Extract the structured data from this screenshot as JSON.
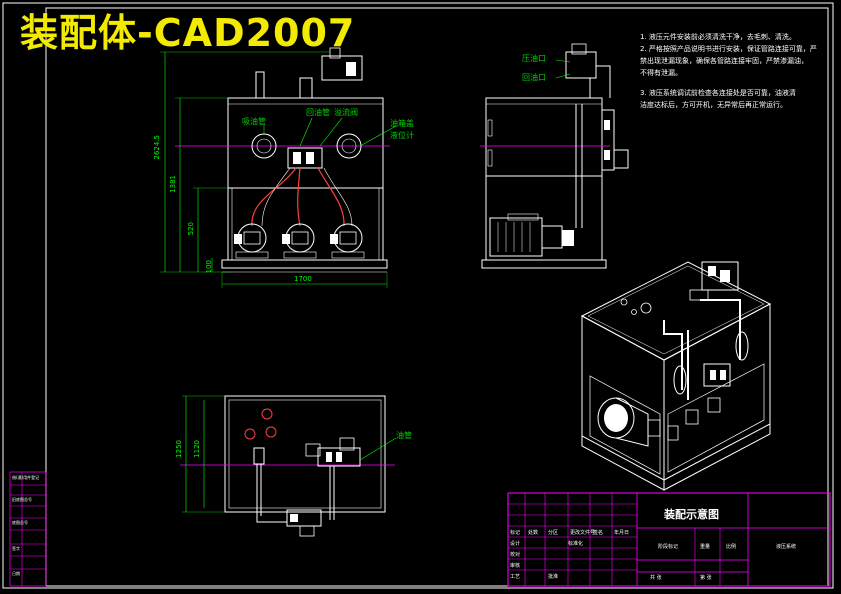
{
  "title": "装配体-CAD2007",
  "front_view": {
    "labels": [
      "吸油管",
      "回油管",
      "溢流阀",
      "油箱盖",
      "液位计"
    ],
    "dims": {
      "height_overall": "2624.5",
      "height_main": "1381",
      "height_low": "520",
      "height_base": "100",
      "width": "1700"
    }
  },
  "side_view": {
    "labels": [
      "压油口",
      "回油口"
    ]
  },
  "top_view": {
    "labels": [
      "油管"
    ],
    "dims": {
      "depth_outer": "1250",
      "depth_inner": "1120"
    }
  },
  "notes": [
    "1. 液压元件安装前必须清洗干净，去毛刺、清洗。",
    "2. 严格按照产品说明书进行安装，保证管路连接可靠，严",
    "   禁出现泄漏现象，确保各管路连接牢固，严禁渗漏油，",
    "   不得有泄漏。",
    "3. 液压系统调试前检查各连接处是否可靠，油液清",
    "   洁度达标后，方可开机，无异常后再正常运行。"
  ],
  "title_block": {
    "drawing_title": "装配示意图",
    "material": "液压系统",
    "rows": [
      "标记",
      "处数",
      "分区",
      "更改文件号",
      "签名",
      "年月日"
    ],
    "row_labels": [
      "设计",
      "校对",
      "审核",
      "工艺",
      "批准"
    ],
    "cells": [
      "标准化",
      "阶段标记",
      "重量",
      "比例",
      "共 张",
      "第 张"
    ]
  },
  "left_strip": [
    "借(通)用件登记",
    "旧底图总号",
    "底图总号",
    "签字",
    "日期"
  ],
  "colors": {
    "background": "#000000",
    "line": "#ffffff",
    "dimension": "#00ff00",
    "centerline": "#ff00ff",
    "hose": "#ff4040",
    "title": "#f2ea00",
    "titleblock": "#ff00ff"
  }
}
